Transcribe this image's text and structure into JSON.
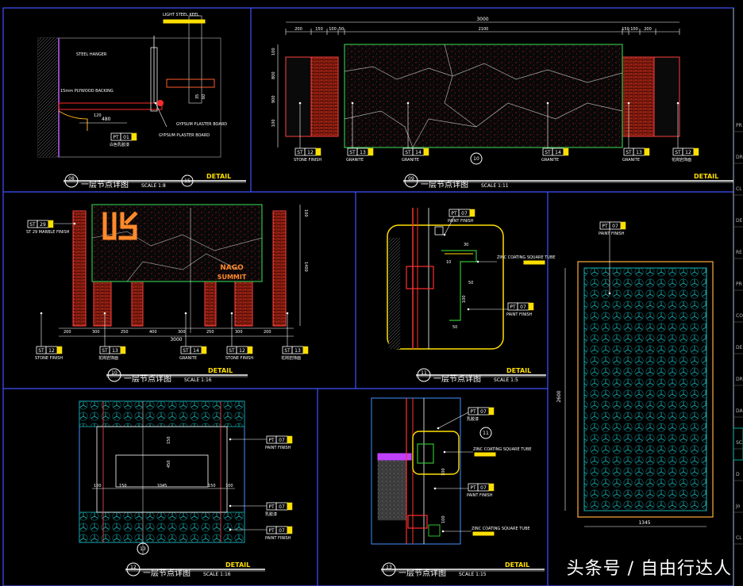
{
  "panels": {
    "p08": {
      "num": "08",
      "title": "一层节点详图",
      "detail": "DETAIL",
      "scale": "SCALE 1:8",
      "notes": [
        "LIGHT STEEL KEEL",
        "STEEL HANGER",
        "15mm PLYWOOD BACKING",
        "GYPSUM PLASTER BOARD",
        "GYPSUM PLASTER BOARD"
      ],
      "dims": [
        "480",
        "120",
        "35",
        "60"
      ],
      "tag": {
        "code": "PT",
        "num": "01",
        "text": "白色乳胶漆"
      }
    },
    "p09": {
      "num": "09",
      "title": "一层节点详图",
      "detail": "DETAIL",
      "scale": "SCALE 1:11",
      "top_total": "3000",
      "top_dims": [
        "200",
        "150",
        "100",
        "50",
        "2100",
        "150",
        "100",
        "200"
      ],
      "left_dims": [
        "100",
        "800",
        "900",
        "100"
      ],
      "tags": [
        {
          "code": "ST",
          "num": "12",
          "text": "STONE FINISH"
        },
        {
          "code": "ST",
          "num": "13",
          "text": "GRANITE"
        },
        {
          "code": "ST",
          "num": "14",
          "text": "GRANITE"
        },
        {
          "code": "ST",
          "num": "14",
          "text": "GRANITE"
        },
        {
          "code": "ST",
          "num": "13",
          "text": "GRANITE"
        },
        {
          "code": "ST",
          "num": "12",
          "text": "花岗岩饰面"
        }
      ],
      "marker": "10",
      "marker2": "15"
    },
    "p10": {
      "num": "10",
      "title": "一层节点详图",
      "detail": "DETAIL",
      "scale": "SCALE 1:16",
      "sign_line1": "NAGO",
      "sign_line2": "SUMMIT",
      "bottom_dims": [
        "200",
        "300",
        "250",
        "400",
        "300",
        "250",
        "300",
        "200"
      ],
      "bottom_total": "3000",
      "right_dims": [
        "100",
        "1400"
      ],
      "left_note": "ST 29 MARBLE FINISH",
      "tags": [
        {
          "code": "ST",
          "num": "12",
          "text": "STONE FINISH"
        },
        {
          "code": "ST",
          "num": "13",
          "text": "花岗岩饰面"
        },
        {
          "code": "ST",
          "num": "14",
          "text": "GRANITE"
        },
        {
          "code": "ST",
          "num": "12",
          "text": "STONE FINISH"
        },
        {
          "code": "ST",
          "num": "13",
          "text": "花岗岩饰面"
        }
      ]
    },
    "p11": {
      "num": "11",
      "title": "一层节点详图",
      "detail": "DETAIL",
      "scale": "SCALE 1:5",
      "tags": [
        {
          "code": "PT",
          "num": "07",
          "text": "PAINT FINISH"
        },
        {
          "code": "PT",
          "num": "07",
          "text": "PAINT FINISH"
        }
      ],
      "note": "ZINC COATING SQUARE TUBE",
      "dims": [
        "30",
        "50",
        "100",
        "50",
        "10"
      ]
    },
    "p11b": {
      "tag": {
        "code": "PT",
        "num": "07",
        "text": "PAINT FINISH"
      },
      "height": "2600",
      "width": "1345"
    },
    "p12": {
      "num": "12",
      "title": "一层节点详图",
      "detail": "DETAIL",
      "scale": "SCALE 1:16",
      "tags": [
        {
          "code": "PT",
          "num": "07",
          "text": "PAINT FINISH"
        },
        {
          "code": "PT",
          "num": "07",
          "text": "乳胶漆"
        },
        {
          "code": "PT",
          "num": "07",
          "text": "PAINT FINISH"
        }
      ],
      "dims": [
        "1045",
        "150",
        "150",
        "450",
        "150",
        "100",
        "100"
      ],
      "marker": "13"
    },
    "p13": {
      "num": "13",
      "title": "一层节点详图",
      "detail": "DETAIL",
      "scale": "SCALE 1:15",
      "tags": [
        {
          "code": "PT",
          "num": "07",
          "text": "乳胶漆"
        },
        {
          "code": "PT",
          "num": "07",
          "text": "PAINT FINISH"
        }
      ],
      "notes": [
        "ZINC COATING SQUARE TUBE",
        "ZINC COATING SQUARE TUBE"
      ],
      "marker": "11"
    }
  },
  "title_block_tabs": [
    "PR",
    "DR",
    "CL",
    "DE",
    "RE",
    "PR",
    "CO",
    "DE",
    "DR",
    "DA",
    "SC",
    "D",
    "Jo",
    "CL"
  ],
  "watermark": "头条号 / 自由行达人"
}
